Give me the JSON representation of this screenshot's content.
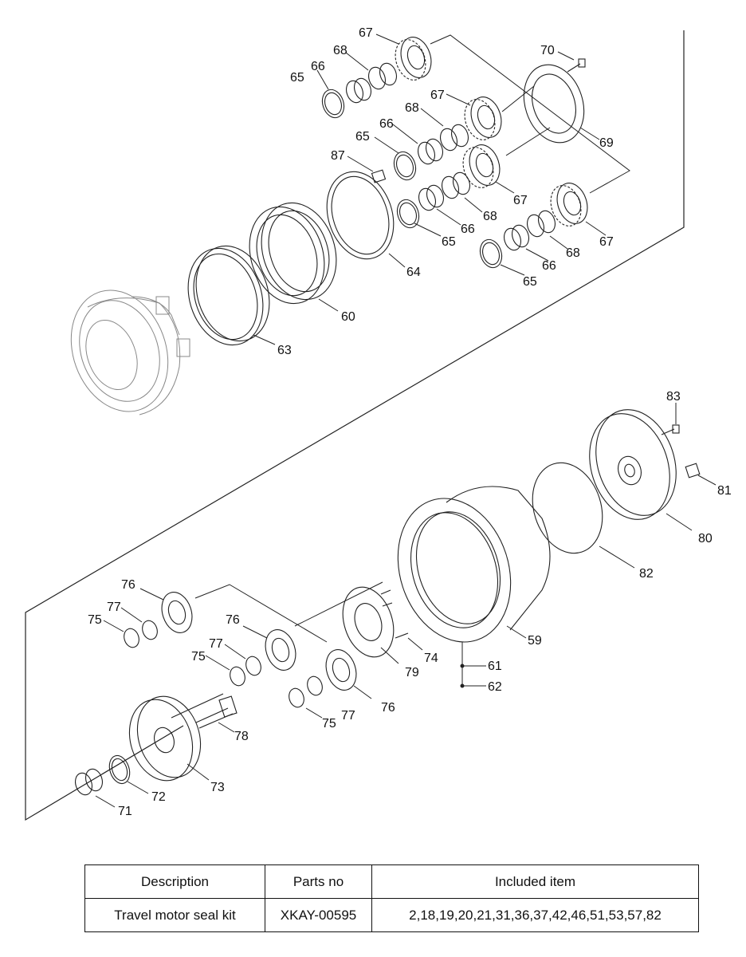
{
  "callouts": [
    "59",
    "60",
    "61",
    "62",
    "63",
    "64",
    "65",
    "66",
    "67",
    "68",
    "69",
    "70",
    "71",
    "72",
    "73",
    "74",
    "75",
    "76",
    "77",
    "78",
    "79",
    "80",
    "81",
    "82",
    "83",
    "87"
  ],
  "table": {
    "headers": [
      "Description",
      "Parts no",
      "Included item"
    ],
    "rows": [
      {
        "description": "Travel motor seal kit",
        "parts_no": "XKAY-00595",
        "included_item": "2,18,19,20,21,31,36,37,42,46,51,53,57,82"
      }
    ]
  }
}
